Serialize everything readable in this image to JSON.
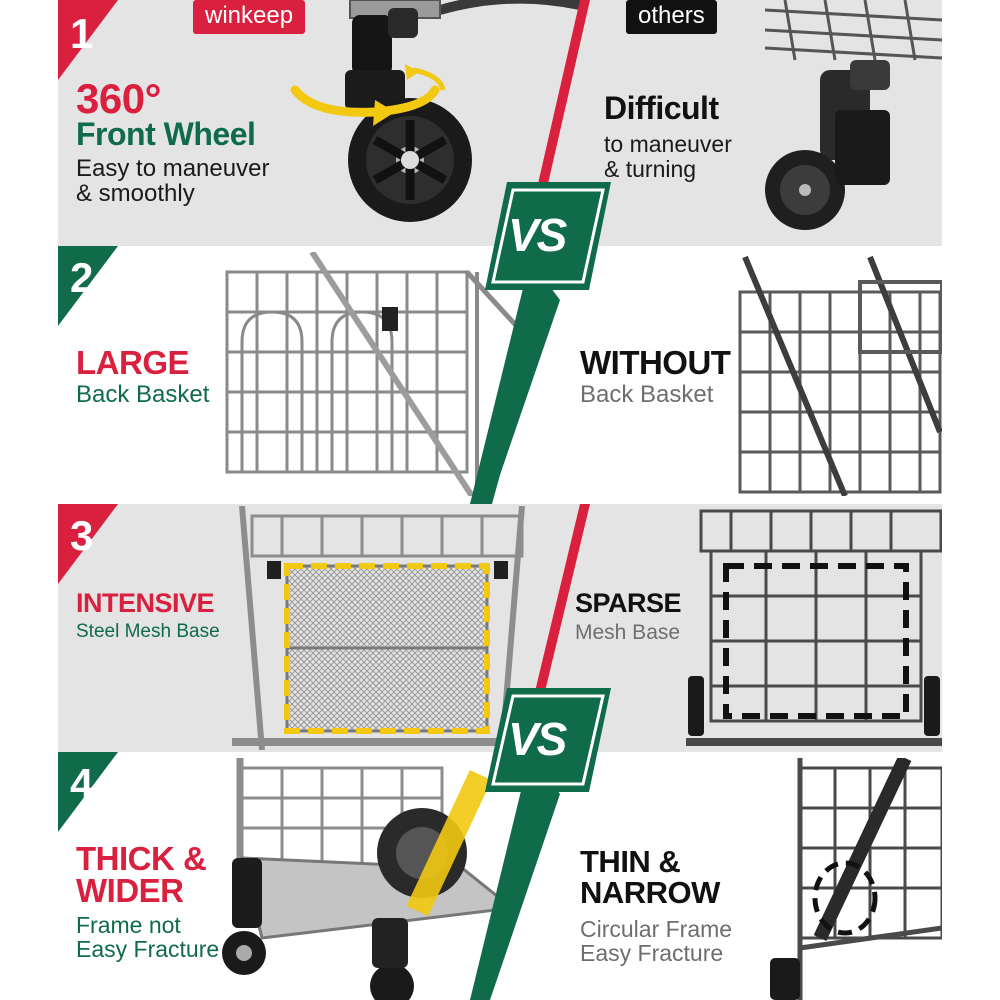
{
  "colors": {
    "red": "#d9203e",
    "green": "#0f6b4a",
    "dark_text": "#1a1a1a",
    "grey_text": "#6e6e6e",
    "highlight_yellow": "#f2c811",
    "band_grey": "#e4e4e4"
  },
  "labels": {
    "brand_tag": "winkeep",
    "competitor_tag": "others",
    "vs_top": "VS",
    "vs_bottom": "VS"
  },
  "features": [
    {
      "number": "1",
      "winkeep_title_1": "360°",
      "winkeep_title_2": "Front Wheel",
      "winkeep_sub_1": "Easy to maneuver",
      "winkeep_sub_2": "& smoothly",
      "others_title": "Difficult",
      "others_sub_1": "to maneuver",
      "others_sub_2": "& turning"
    },
    {
      "number": "2",
      "winkeep_title": "LARGE",
      "winkeep_sub": "Back Basket",
      "others_title": "WITHOUT",
      "others_sub": "Back Basket"
    },
    {
      "number": "3",
      "winkeep_title": "INTENSIVE",
      "winkeep_sub": "Steel Mesh Base",
      "others_title": "SPARSE",
      "others_sub": "Mesh Base"
    },
    {
      "number": "4",
      "winkeep_title_1": "THICK &",
      "winkeep_title_2": "WIDER",
      "winkeep_sub_1": "Frame not",
      "winkeep_sub_2": "Easy Fracture",
      "others_title_1": "THIN &",
      "others_title_2": "NARROW",
      "others_sub_1": "Circular Frame",
      "others_sub_2": "Easy Fracture"
    }
  ],
  "icons": [
    "rotate-arrow-icon",
    "vs-badge-icon"
  ]
}
